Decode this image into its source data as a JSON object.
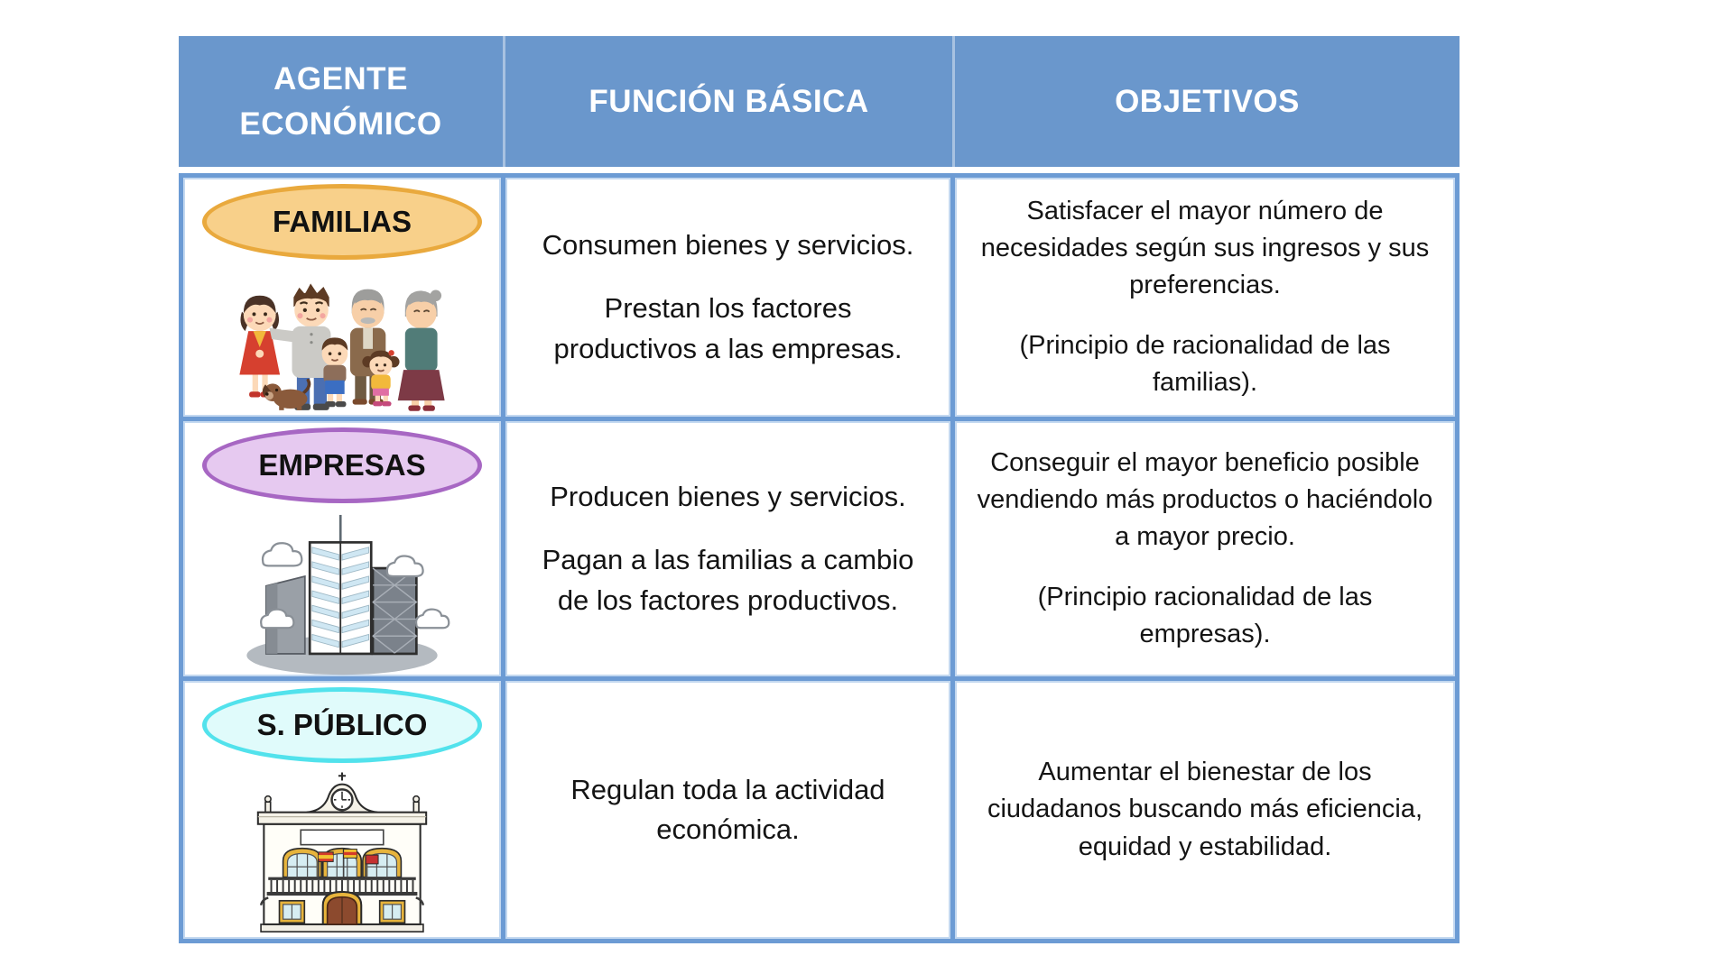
{
  "table": {
    "headers": [
      "AGENTE ECONÓMICO",
      "FUNCIÓN BÁSICA",
      "OBJETIVOS"
    ],
    "rows": [
      {
        "agent": "FAMILIAS",
        "badge_fill": "#F8D08A",
        "badge_border": "#E9A93D",
        "illustration": "family-illustration",
        "funcion": [
          "Consumen bienes y servicios.",
          "Prestan los factores productivos a las empresas."
        ],
        "objetivos": [
          "Satisfacer el mayor número de necesidades según sus ingresos y sus preferencias.",
          "(Principio de racionalidad de las familias)."
        ]
      },
      {
        "agent": "EMPRESAS",
        "badge_fill": "#E6C9F0",
        "badge_border": "#A767C3",
        "illustration": "office-buildings-illustration",
        "funcion": [
          "Producen bienes y servicios.",
          "Pagan a las familias a cambio de los factores productivos."
        ],
        "objetivos": [
          "Conseguir el mayor beneficio posible vendiendo más productos o haciéndolo a mayor precio.",
          "(Principio racionalidad de las empresas)."
        ]
      },
      {
        "agent": "S. PÚBLICO",
        "badge_fill": "#E0FBFB",
        "badge_border": "#52E2EC",
        "illustration": "town-hall-illustration",
        "funcion": [
          "Regulan toda la actividad económica."
        ],
        "objetivos": [
          "Aumentar el bienestar de los ciudadanos buscando más eficiencia, equidad y estabilidad."
        ]
      }
    ],
    "colors": {
      "header_bg": "#6A97CC",
      "grid_border": "#6C9BD4",
      "cell_bg": "#FFFFFF",
      "header_text": "#FFFFFF",
      "body_text": "#141414"
    }
  }
}
